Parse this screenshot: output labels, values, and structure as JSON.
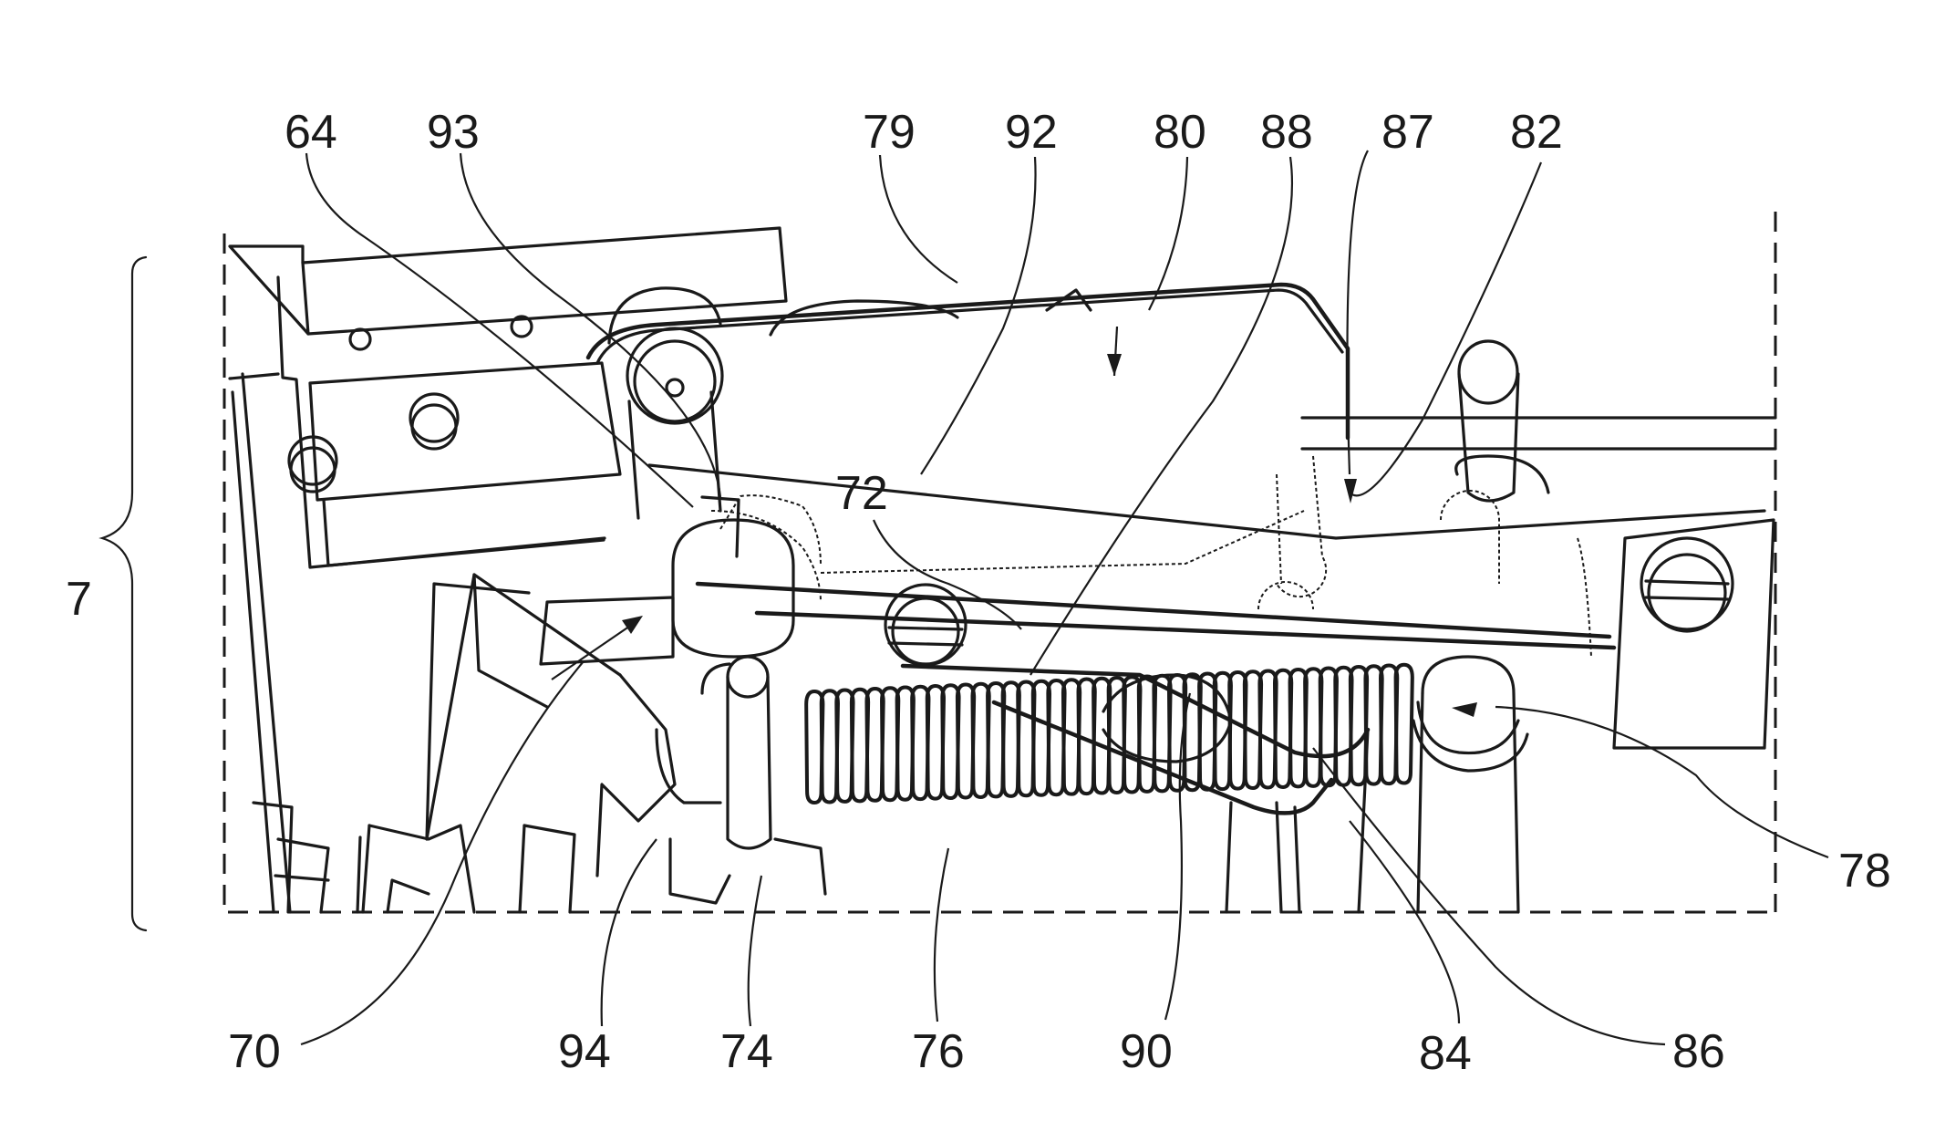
{
  "figure": {
    "type": "patent-line-drawing",
    "assembly_label": "7",
    "reference_numerals": {
      "top": [
        "64",
        "93",
        "79",
        "92",
        "80",
        "88",
        "87",
        "82"
      ],
      "middle": [
        "72"
      ],
      "right": [
        "78"
      ],
      "bottom": [
        "70",
        "94",
        "74",
        "76",
        "90",
        "84",
        "86"
      ]
    },
    "colors": {
      "ink": "#1a1a1a",
      "paper": "#ffffff"
    }
  }
}
